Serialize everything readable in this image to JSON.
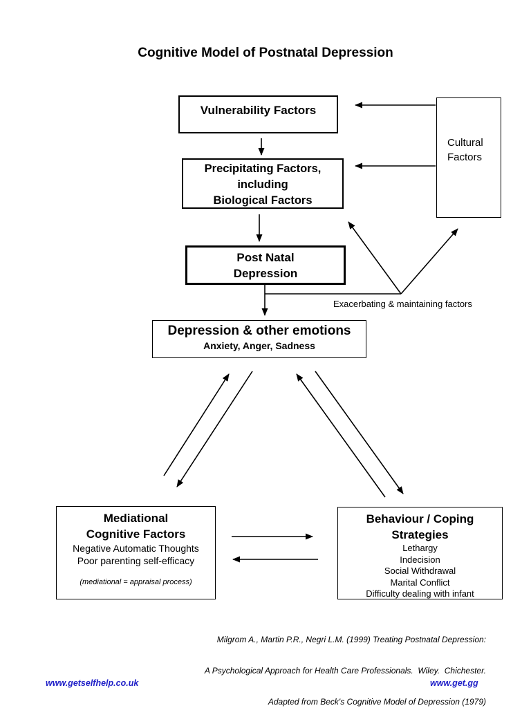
{
  "title": "Cognitive Model of Postnatal Depression",
  "colors": {
    "ink": "#000000",
    "link_blue": "#2020c8",
    "background": "#ffffff"
  },
  "boxes": {
    "vulnerability": {
      "label": "Vulnerability Factors"
    },
    "precipitating": {
      "line1": "Precipitating Factors,",
      "line2": "including",
      "line3": "Biological Factors"
    },
    "cultural": {
      "line1": "Cultural",
      "line2": "Factors"
    },
    "postnatal": {
      "line1": "Post Natal",
      "line2": "Depression"
    },
    "emotions": {
      "title": "Depression & other emotions",
      "subtitle": "Anxiety, Anger, Sadness"
    },
    "mediational": {
      "title1": "Mediational",
      "title2": "Cognitive Factors",
      "items": [
        "Negative Automatic Thoughts",
        "Poor parenting self-efficacy"
      ],
      "note": "(mediational = appraisal process)"
    },
    "behaviour": {
      "title1": "Behaviour / Coping",
      "title2": "Strategies",
      "items": [
        "Lethargy",
        "Indecision",
        "Social Withdrawal",
        "Marital Conflict",
        "Difficulty dealing with infant"
      ]
    }
  },
  "annotations": {
    "exacerbating": "Exacerbating & maintaining factors"
  },
  "citation": {
    "line1": "Milgrom A., Martin P.R., Negri L.M. (1999) Treating Postnatal Depression:",
    "line2": "A Psychological Approach for Health Care Professionals.  Wiley.  Chichester.",
    "line3": "Adapted from Beck's Cognitive Model of Depression (1979)"
  },
  "footer": {
    "left_link": "www.getselfhelp.co.uk",
    "right_link": "www.get.gg"
  }
}
